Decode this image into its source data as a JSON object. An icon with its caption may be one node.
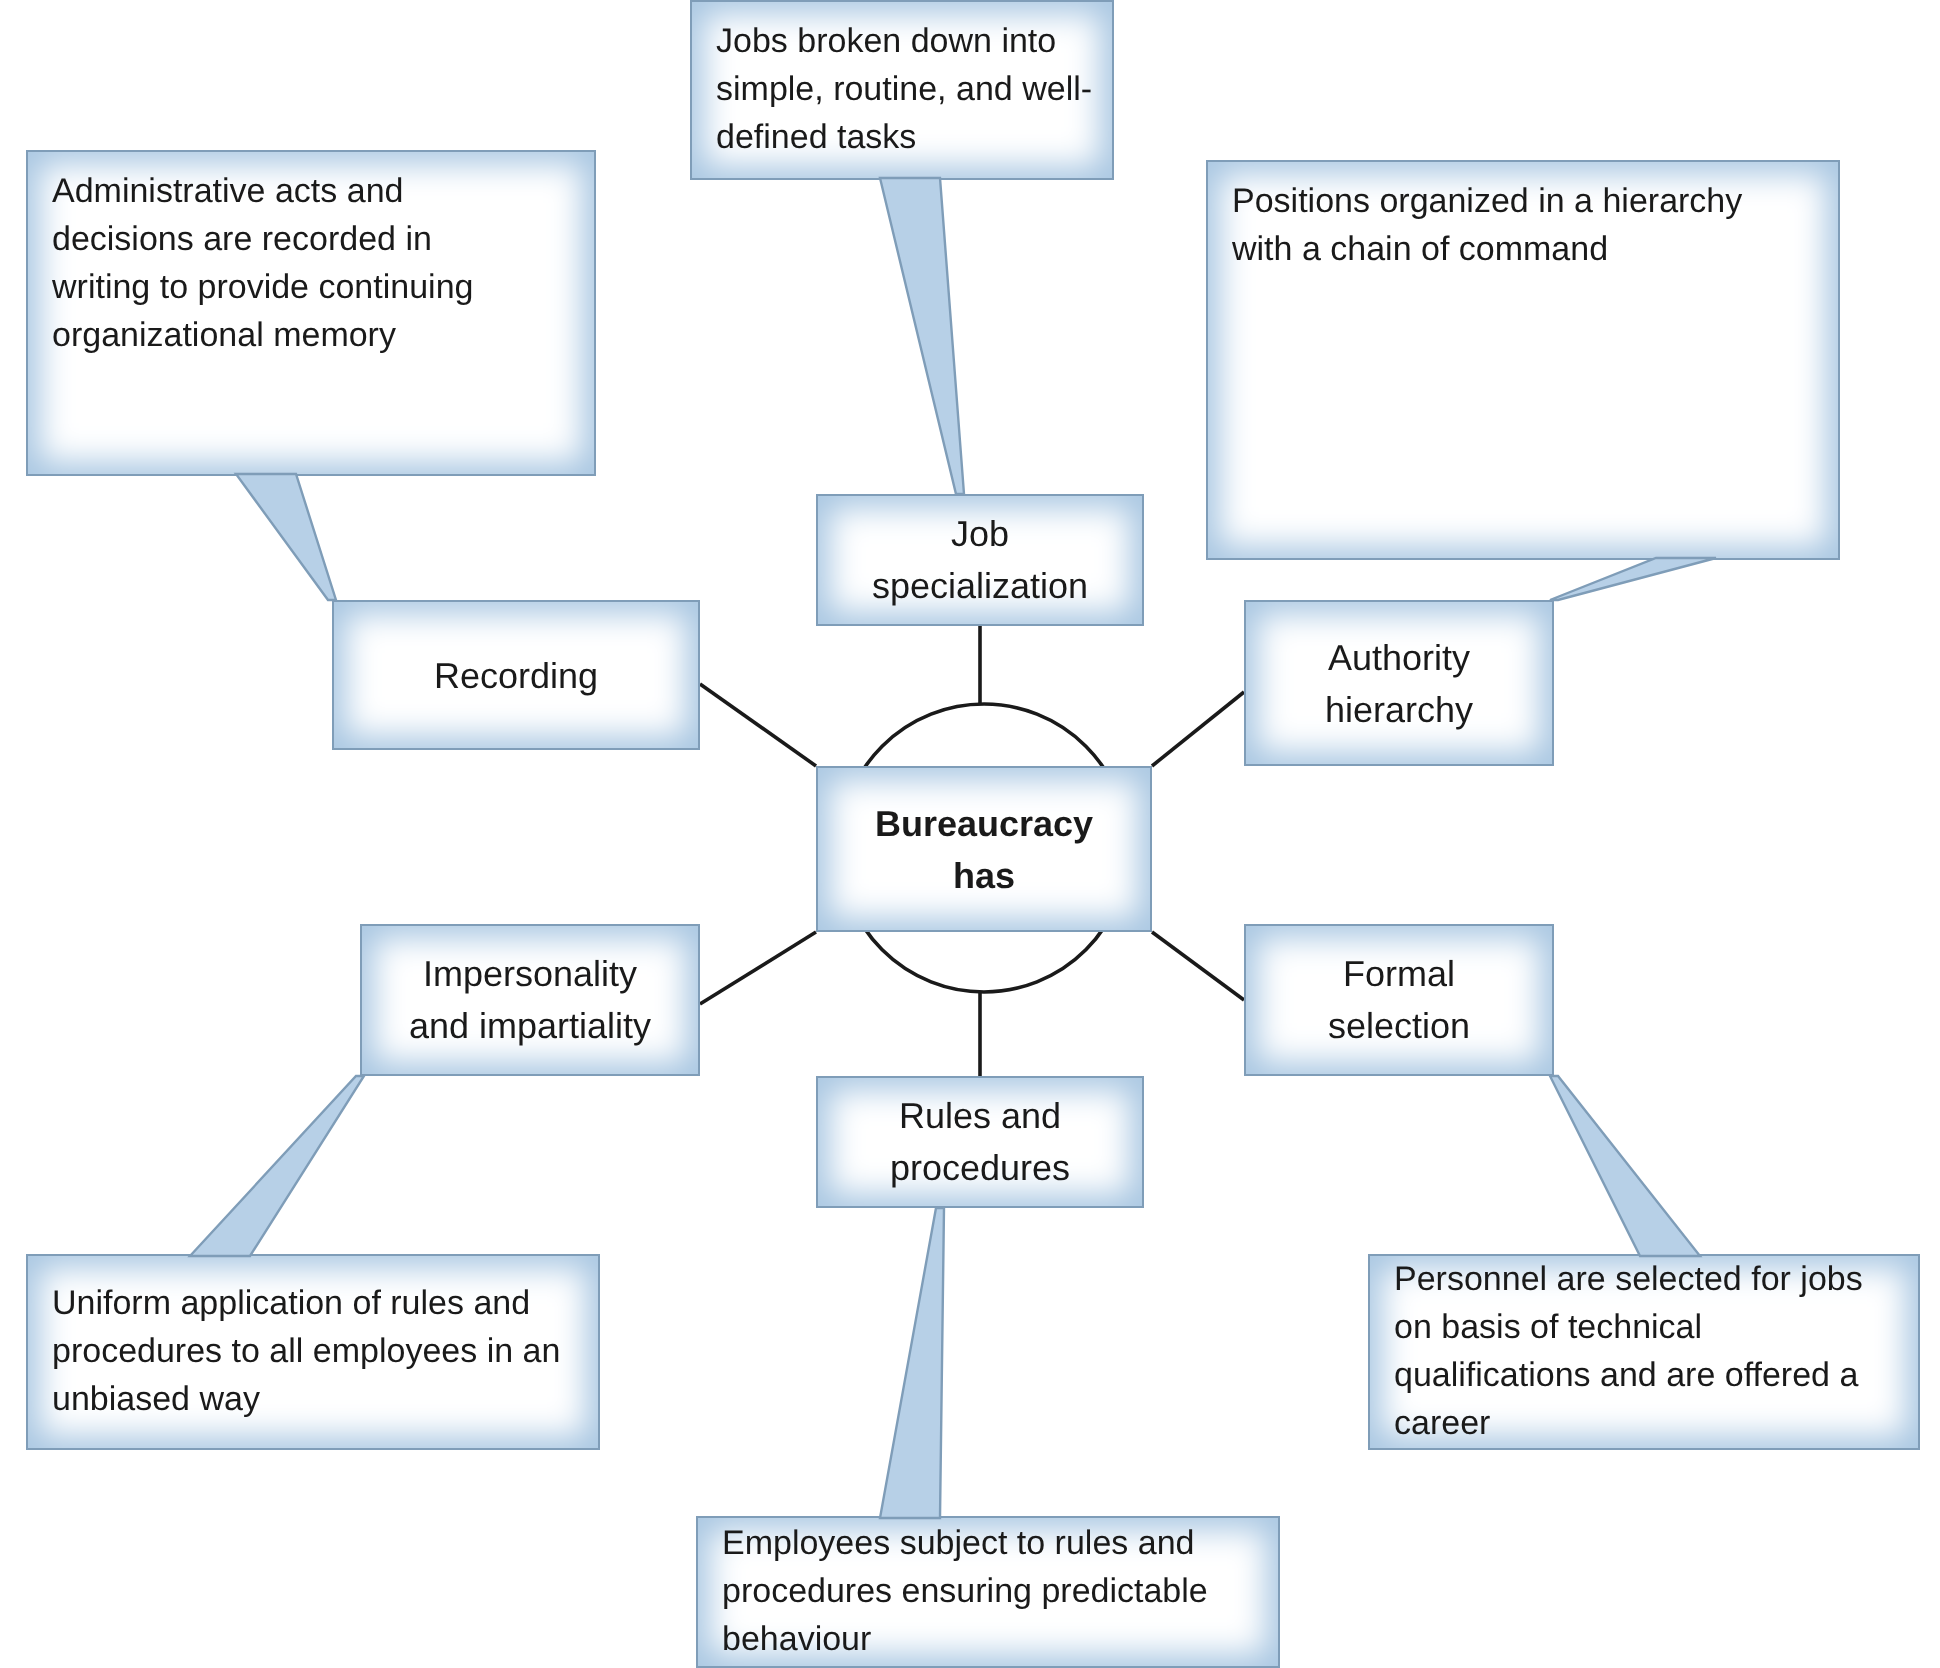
{
  "diagram": {
    "nodes": [
      {
        "text": [
          "Jobs broken down into simple, routine, and well-defined tasks"
        ]
      },
      {
        "text": [
          "Administrative acts and decisions are recorded in writing to provide continuing organizational memory"
        ]
      },
      {
        "text": [
          "Positions organized in a hierarchy with a chain of command"
        ]
      },
      {
        "text": [
          "Job specialization"
        ]
      },
      {
        "text": [
          "Recording"
        ]
      },
      {
        "text": [
          "Authority hierarchy"
        ]
      },
      {
        "text": [
          "Bureaucracy has"
        ]
      },
      {
        "text": [
          "Impersonality and impartiality"
        ]
      },
      {
        "text": [
          "Formal selection"
        ]
      },
      {
        "text": [
          "Rules and procedures"
        ]
      },
      {
        "text": [
          "Uniform application of rules and procedures to all employees in an unbiased way"
        ]
      },
      {
        "text": [
          "Personnel are selected for jobs on basis of technical qualifications and are offered a career"
        ]
      },
      {
        "text": [
          "Employees subject to rules and procedures ensuring predictable behaviour"
        ]
      }
    ],
    "edges": [
      {
        "from": 6,
        "to": 3,
        "arrow": "none"
      },
      {
        "from": 6,
        "to": 4,
        "arrow": "none"
      },
      {
        "from": 6,
        "to": 5,
        "arrow": "none"
      },
      {
        "from": 6,
        "to": 7,
        "arrow": "none"
      },
      {
        "from": 6,
        "to": 8,
        "arrow": "none"
      },
      {
        "from": 6,
        "to": 9,
        "arrow": "none"
      },
      {
        "from": 0,
        "to": 3,
        "arrow": "none"
      },
      {
        "from": 1,
        "to": 4,
        "arrow": "none"
      },
      {
        "from": 2,
        "to": 5,
        "arrow": "none"
      },
      {
        "from": 10,
        "to": 7,
        "arrow": "none"
      },
      {
        "from": 11,
        "to": 8,
        "arrow": "none"
      },
      {
        "from": 12,
        "to": 9,
        "arrow": "none"
      }
    ]
  }
}
